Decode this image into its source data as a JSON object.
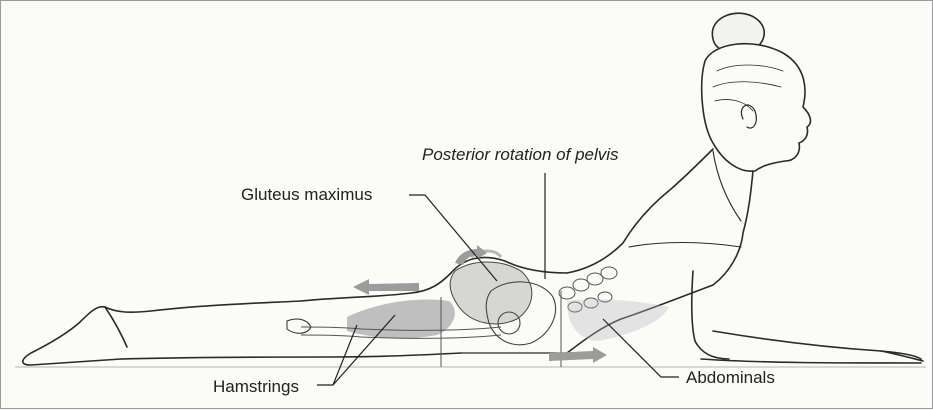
{
  "figure": {
    "labels": {
      "posterior_rotation": "Posterior rotation of pelvis",
      "gluteus_maximus": "Gluteus maximus",
      "hamstrings": "Hamstrings",
      "abdominals": "Abdominals"
    },
    "colors": {
      "ink": "#2b2b2b",
      "muscle_shade": "#8e8e8e",
      "arrow": "#9c9c9c",
      "paper": "#fbfbfa"
    }
  }
}
